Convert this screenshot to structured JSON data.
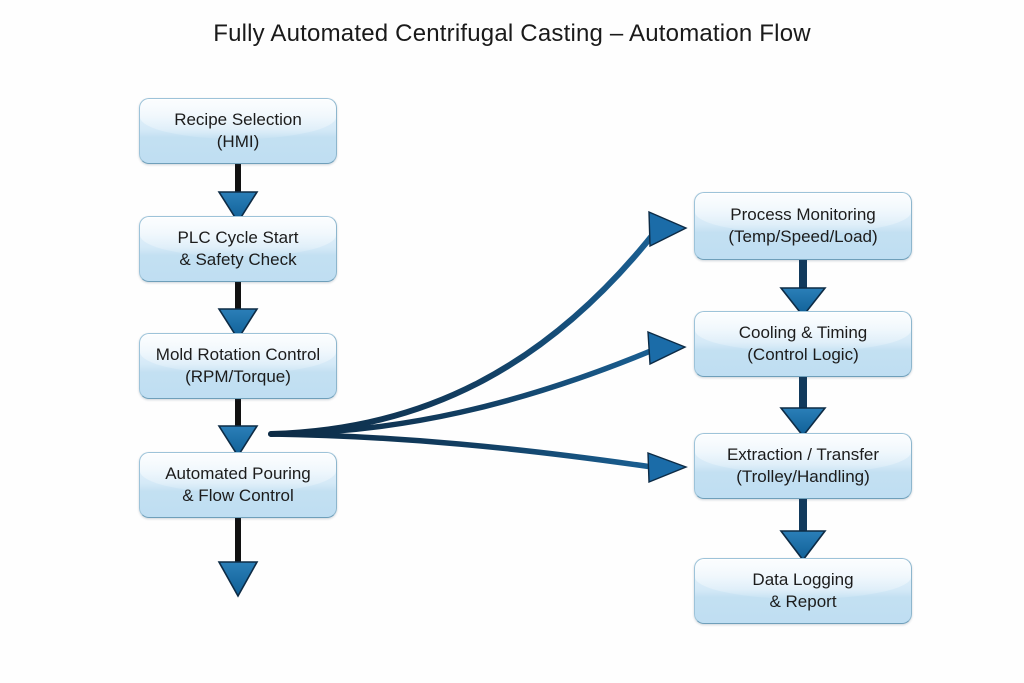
{
  "title": "Fully Automated Centrifugal Casting – Automation Flow",
  "colors": {
    "background": "#fefefe",
    "box_fill_top": "#eaf4fb",
    "box_fill_bottom": "#bfdef2",
    "box_border": "#9dc3d9",
    "arrow_head": "#1b6ca8",
    "arrow_stem_left": "#111111",
    "arrow_stem_right": "#123a5c",
    "curve_stroke": "#14466e",
    "text": "#1c1c1c"
  },
  "left_column": [
    {
      "id": "recipe-selection",
      "line1": "Recipe Selection",
      "line2": "(HMI)"
    },
    {
      "id": "plc-cycle-start",
      "line1": "PLC Cycle Start",
      "line2": "& Safety Check"
    },
    {
      "id": "mold-rotation",
      "line1": "Mold Rotation Control",
      "line2": "(RPM/Torque)"
    },
    {
      "id": "automated-pouring",
      "line1": "Automated Pouring",
      "line2": "& Flow Control"
    }
  ],
  "right_column": [
    {
      "id": "process-monitoring",
      "line1": "Process Monitoring",
      "line2": "(Temp/Speed/Load)"
    },
    {
      "id": "cooling-timing",
      "line1": "Cooling & Timing",
      "line2": "(Control Logic)"
    },
    {
      "id": "extraction-transfer",
      "line1": "Extraction / Transfer",
      "line2": "(Trolley/Handling)"
    },
    {
      "id": "data-logging",
      "line1": "Data Logging",
      "line2": "& Report"
    }
  ],
  "connections": [
    {
      "from": "recipe-selection",
      "to": "plc-cycle-start",
      "kind": "vertical-arrow"
    },
    {
      "from": "plc-cycle-start",
      "to": "mold-rotation",
      "kind": "vertical-arrow"
    },
    {
      "from": "mold-rotation",
      "to": "automated-pouring",
      "kind": "vertical-arrow"
    },
    {
      "from": "automated-pouring",
      "to": "",
      "kind": "vertical-arrow-open"
    },
    {
      "from": "branch-point",
      "to": "process-monitoring",
      "kind": "curve"
    },
    {
      "from": "branch-point",
      "to": "cooling-timing",
      "kind": "curve"
    },
    {
      "from": "branch-point",
      "to": "extraction-transfer",
      "kind": "curve"
    },
    {
      "from": "process-monitoring",
      "to": "cooling-timing",
      "kind": "vertical-arrow"
    },
    {
      "from": "cooling-timing",
      "to": "extraction-transfer",
      "kind": "vertical-arrow"
    },
    {
      "from": "extraction-transfer",
      "to": "data-logging",
      "kind": "vertical-arrow"
    }
  ]
}
